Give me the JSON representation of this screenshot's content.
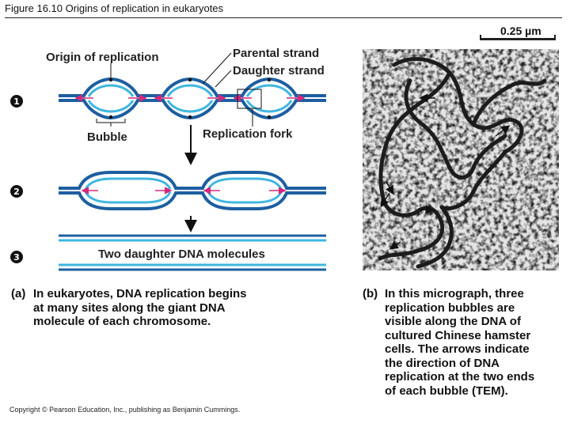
{
  "figure": {
    "title": "Figure 16.10  Origins of replication in eukaryotes"
  },
  "panel_a": {
    "labels": {
      "origin": "Origin of replication",
      "parental": "Parental strand",
      "daughter": "Daughter strand",
      "bubble": "Bubble",
      "fork": "Replication fork",
      "two_molecules": "Two daughter DNA molecules"
    },
    "steps": [
      "1",
      "2",
      "3"
    ],
    "caption_tag": "(a)",
    "caption": "In eukaryotes, DNA replication begins\nat many sites along the giant DNA\nmolecule of each chromosome."
  },
  "panel_b": {
    "scale": "0.25 µm",
    "caption_tag": "(b)",
    "caption": "In this micrograph, three\nreplication bubbles are\nvisible along the DNA of\ncultured Chinese hamster\ncells. The arrows indicate\nthe direction of DNA\nreplication at the two ends\nof each bubble (TEM)."
  },
  "copyright": "Copyright © Pearson Education, Inc., publishing as Benjamin Cummings.",
  "colors": {
    "parental_strand": "#1d5fa0",
    "daughter_strand": "#3fb6e0",
    "fork_arrow": "#d3287d",
    "micrograph_bg": "#e4e4e4",
    "micrograph_dna": "#1c1c1c"
  }
}
